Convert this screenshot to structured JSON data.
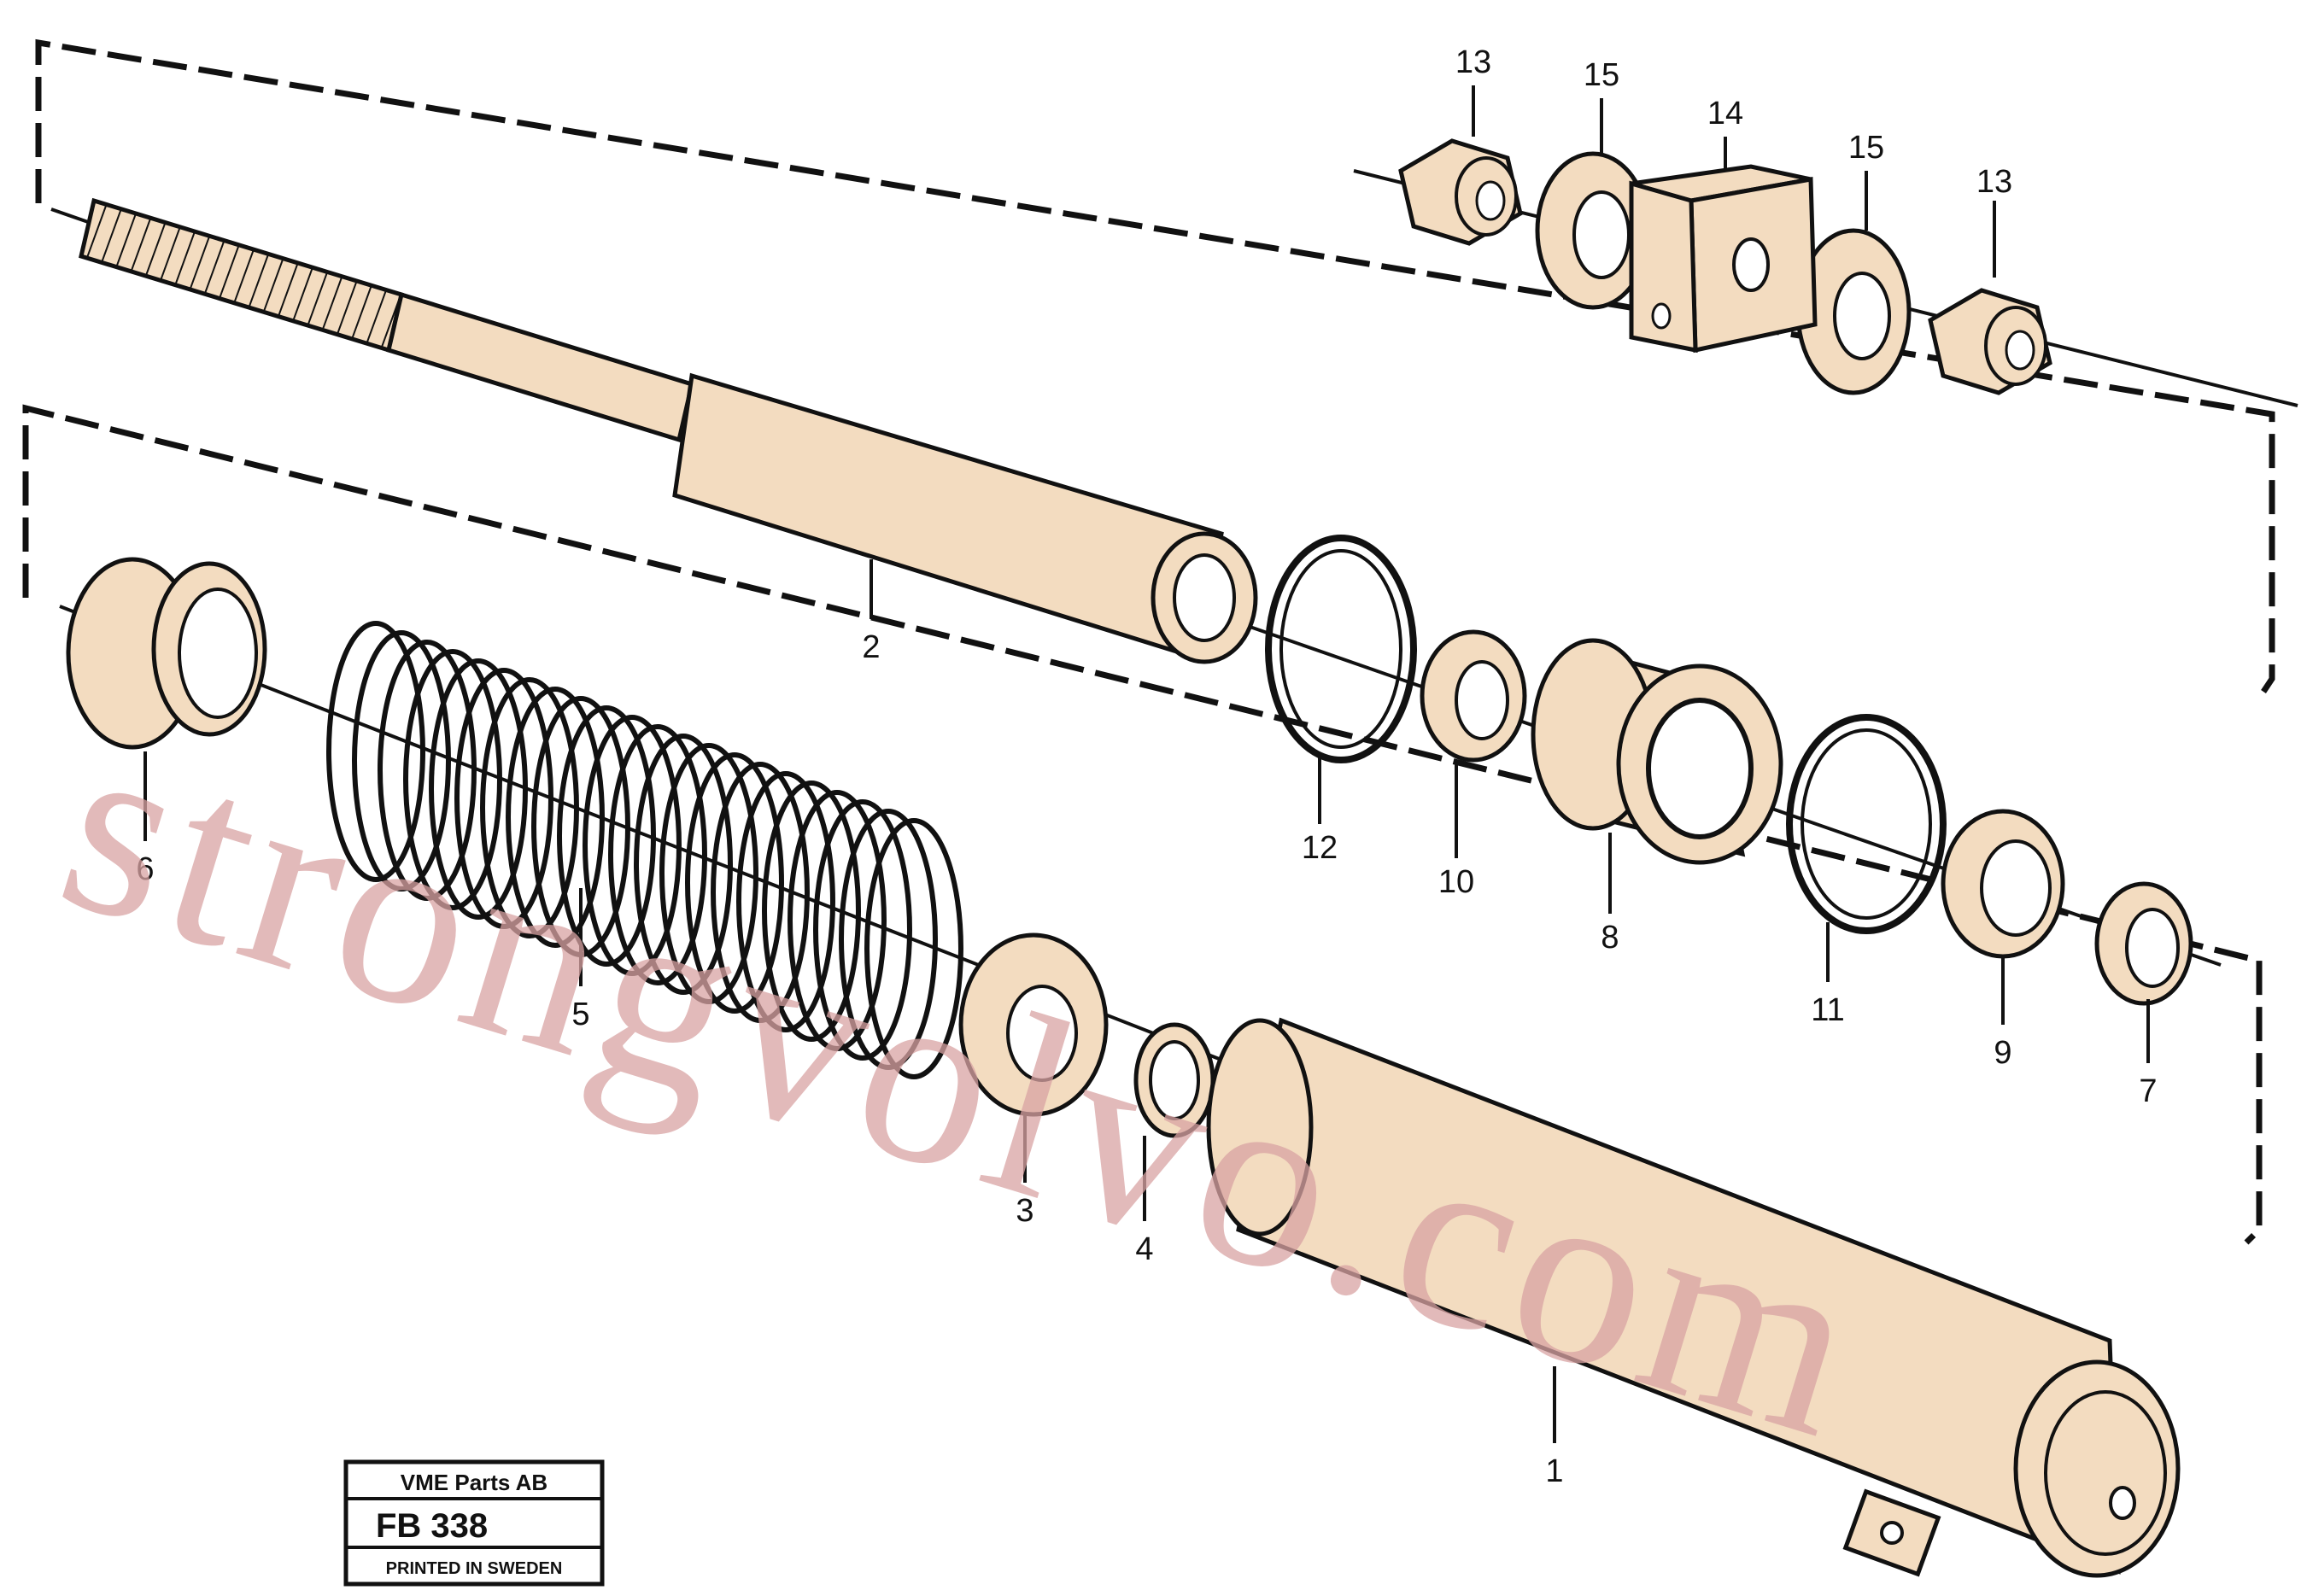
{
  "callouts": [
    "1",
    "2",
    "3",
    "4",
    "5",
    "6",
    "7",
    "8",
    "9",
    "10",
    "11",
    "12",
    "13",
    "13",
    "14",
    "15",
    "15"
  ],
  "stamp": {
    "company": "VME Parts AB",
    "code": "FB 338",
    "printed": "PRINTED IN SWEDEN"
  },
  "watermark": "strongvolvo.com"
}
